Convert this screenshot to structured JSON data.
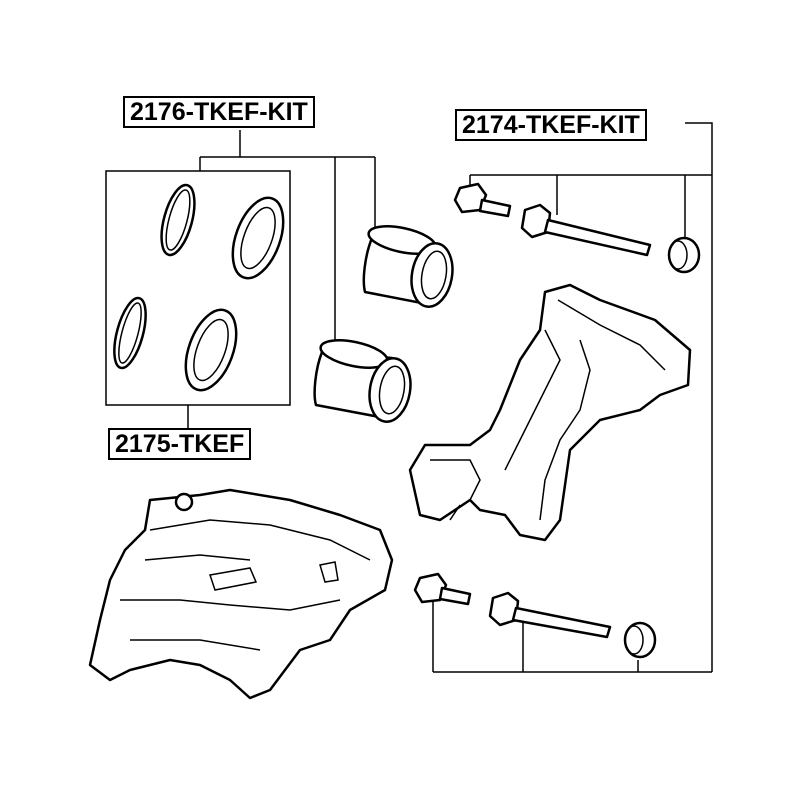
{
  "labels": {
    "caliper_repair_kit": "2176-TKEF-KIT",
    "bracket_pin_kit": "2174-TKEF-KIT",
    "seal_kit": "2175-TKEF"
  }
}
